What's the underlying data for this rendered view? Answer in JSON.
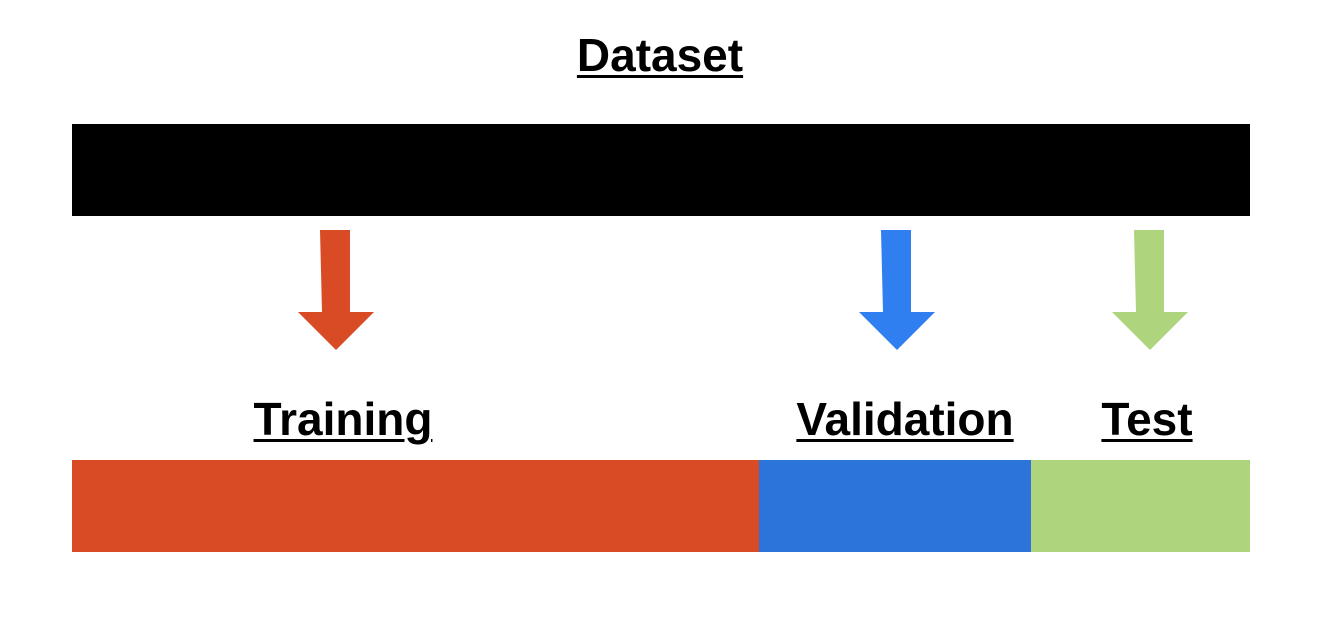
{
  "title": "Dataset",
  "dataset_bar": {
    "color": "#000000"
  },
  "splits": [
    {
      "label": "Training",
      "color": "#d94b24",
      "fraction": 0.583
    },
    {
      "label": "Validation",
      "color": "#2c74d9",
      "fraction": 0.231
    },
    {
      "label": "Test",
      "color": "#aed47d",
      "fraction": 0.186
    }
  ],
  "arrows": [
    {
      "icon": "down-arrow-icon",
      "color": "#d94b24"
    },
    {
      "icon": "down-arrow-icon",
      "color": "#2f7ff0"
    },
    {
      "icon": "down-arrow-icon",
      "color": "#aed47d"
    }
  ]
}
